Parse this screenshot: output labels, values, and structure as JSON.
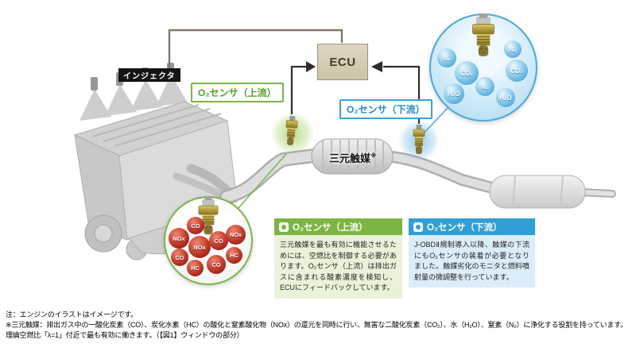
{
  "colors": {
    "green": "#7ab648",
    "green_light": "#eaf3da",
    "blue": "#2f9fd6",
    "blue_light": "#daedf8",
    "ecu_beige": "#d6ceb4",
    "molecule_red": "#c23a28",
    "molecule_blue": "#4aa3d8"
  },
  "diagram": {
    "ecu_label": "ECU",
    "injector_label": "インジェクタ",
    "catalyst_label": "三元触媒",
    "catalyst_ref_mark": "※",
    "upstream_tag": "O₂センサ（上流）",
    "downstream_tag": "O₂センサ（下流）"
  },
  "insets": {
    "upstream_molecules": [
      "CO",
      "NOx",
      "CO",
      "NOx",
      "CO",
      "NOx",
      "HC",
      "CO",
      "HC"
    ],
    "downstream_molecules": [
      "N₂",
      "CO₂",
      "N₂",
      "CO₂",
      "H₂O",
      "N₂",
      "H₂O"
    ]
  },
  "info_boxes": {
    "upstream": {
      "title": "O₂センサ（上流）",
      "body": "三元触媒を最も有効に機能させるためには、空燃比を制御する必要があります。O₂センサ（上流）は排出ガスに含まれる酸素濃度を検知し、ECUにフィードバックしています。"
    },
    "downstream": {
      "title": "O₂センサ（下流）",
      "body": "J-OBDⅡ規制導入以降、触媒の下流にもO₂センサの装着が必要となりました。触媒劣化のモニタと燃料噴射量の微調整を行っています。"
    }
  },
  "footnotes": {
    "line1": "注：エンジンのイラストはイメージです。",
    "line2": "※三元触媒：排出ガス中の一酸化炭素（CO）、炭化水素（HC）の酸化と窒素酸化物（NOx）の還元を同時に行い、無害な二酸化炭素（CO₂）、水（H₂O）、窒素（N₂）に浄化する役割を持っています。",
    "line3": "理論空燃比「λ=1」付近で最も有効に働きます。（【図1】ウィンドウの部分）"
  }
}
